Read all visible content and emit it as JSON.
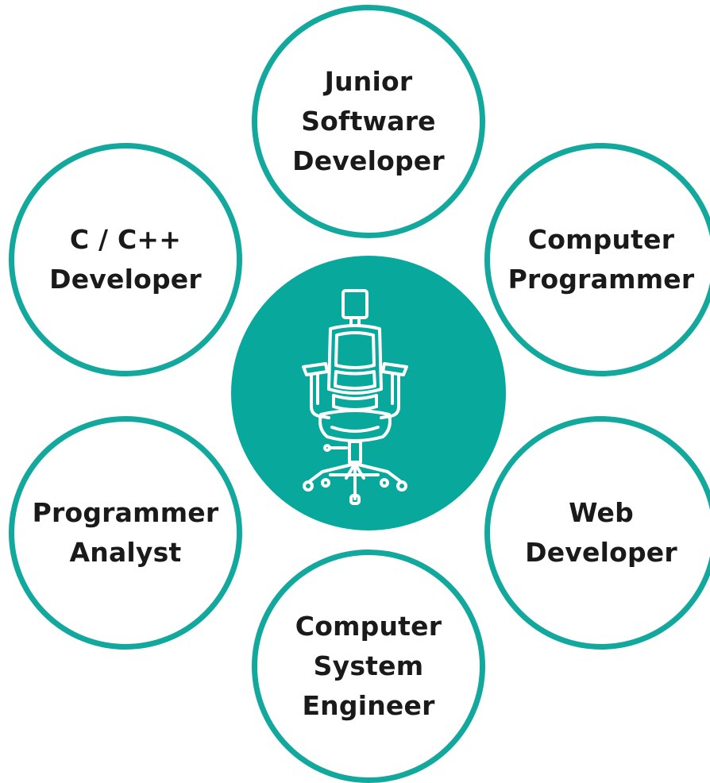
{
  "diagram": {
    "accent_color": "#12a89d",
    "hub_color": "#08a89d",
    "center_icon": "office-chair-icon",
    "roles": {
      "top": "Junior\nSoftware\nDeveloper",
      "upper_left": "C / C++\nDeveloper",
      "upper_right": "Computer\nProgrammer",
      "lower_left": "Programmer\nAnalyst",
      "lower_right": "Web\nDeveloper",
      "bottom": "Computer\nSystem\nEngineer"
    }
  }
}
